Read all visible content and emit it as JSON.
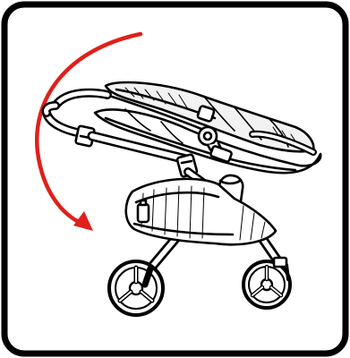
{
  "diagram": {
    "kind": "instruction-illustration",
    "subject": "stroller",
    "action": "fold-rotate",
    "direction": "counterclockwise-down"
  },
  "colors": {
    "frame_stroke": "#000000",
    "background": "#ffffff",
    "arrow": "#e0201b",
    "canopy_fill": "#f2f2f2",
    "basket_fill": "#ffffff"
  },
  "icons": {
    "arrow": "curved-arrow-icon",
    "wheel": "wheel-icon"
  }
}
